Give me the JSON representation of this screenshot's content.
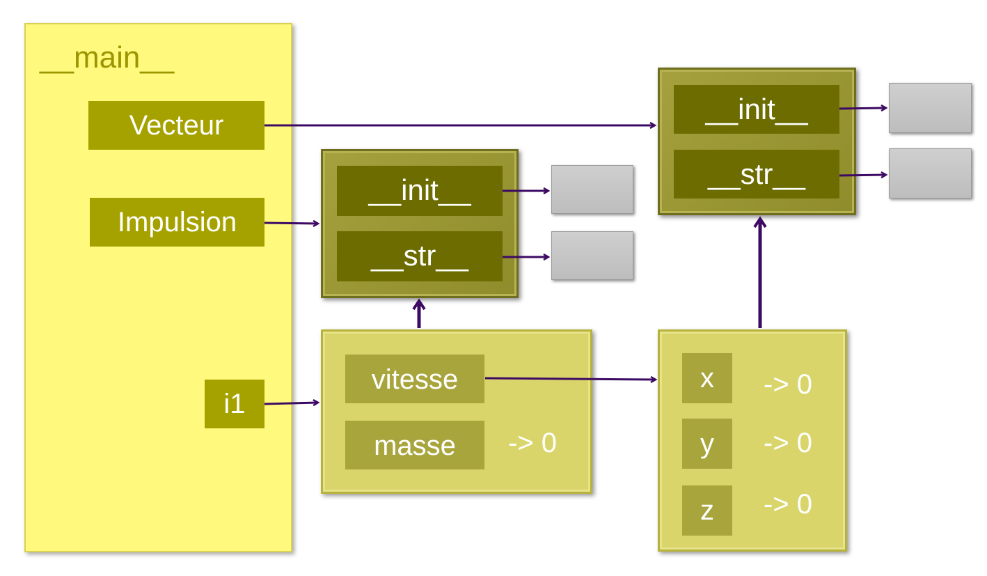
{
  "main": {
    "title": "__main__",
    "vars": {
      "vecteur": "Vecteur",
      "impulsion": "Impulsion",
      "i1": "i1"
    }
  },
  "impulsion_class": {
    "init": "__init__",
    "str": "__str__"
  },
  "vecteur_class": {
    "init": "__init__",
    "str": "__str__"
  },
  "impulsion_instance": {
    "vitesse": "vitesse",
    "masse": "masse",
    "masse_value": "-> 0"
  },
  "vecteur_instance": {
    "x": "x",
    "y": "y",
    "z": "z",
    "x_value": "-> 0",
    "y_value": "-> 0",
    "z_value": "-> 0"
  },
  "colors": {
    "arrow": "#3d0a63",
    "main_background": "#fffa7d",
    "variable": "#a5a200",
    "method": "#6c6c00",
    "instance": "#d9d56a",
    "function_placeholder": "#c4c4c4"
  }
}
